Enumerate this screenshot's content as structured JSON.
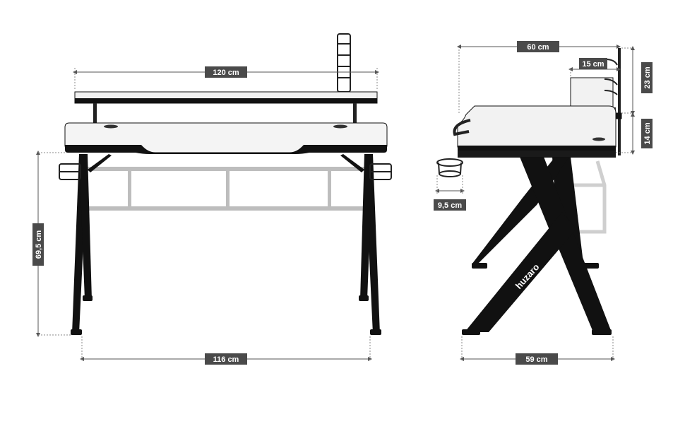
{
  "colors": {
    "badge": "#4a4a4a",
    "frame": "#111111",
    "top": "#f4f4f4",
    "rail": "#bdbdbd",
    "dim_line": "#555555"
  },
  "front_view": {
    "width_label": "120 cm",
    "height_label": "69,5 cm",
    "leg_span_label": "116 cm"
  },
  "side_view": {
    "depth_label": "60 cm",
    "shelf_depth_label": "15 cm",
    "shelf_height_label": "23 cm",
    "shelf_gap_label": "14 cm",
    "cup_label": "9,5 cm",
    "leg_depth_label": "59 cm",
    "brand": "huzaro"
  }
}
